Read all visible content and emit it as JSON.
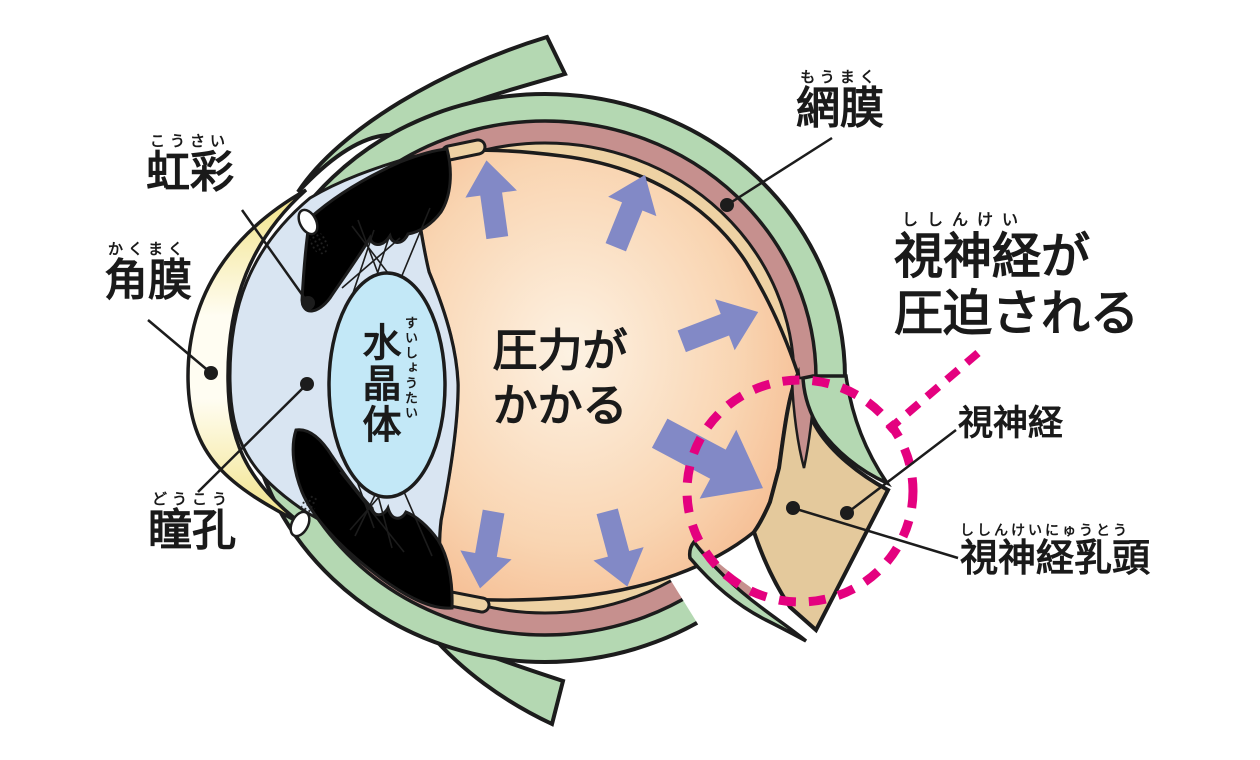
{
  "figure": {
    "title_context": "eye cross-section diagram",
    "labels": {
      "iris": {
        "furigana": "こうさい",
        "text": "虹彩"
      },
      "cornea": {
        "furigana": "かくまく",
        "text": "角膜"
      },
      "pupil": {
        "furigana": "どうこう",
        "text": "瞳孔"
      },
      "lens": {
        "furigana": "すいしょうたい",
        "text": "水晶体"
      },
      "retina": {
        "furigana": "もうまく",
        "text": "網膜"
      },
      "optic_nerve": {
        "text": "視神経"
      },
      "optic_disc": {
        "furigana": "ししんけいにゅうとう",
        "text": "視神経乳頭"
      }
    },
    "annotations": {
      "pressure": {
        "line1": "圧力が",
        "line2": "かかる"
      },
      "compressed": {
        "furigana": "ししんけい",
        "line1": "視神経が",
        "line2": "圧迫される"
      }
    },
    "colors": {
      "outline": "#1c1c1c",
      "sclera": "#b4d8b2",
      "choroid": "#c6908e",
      "retina_band": "#eed2a4",
      "nerve_fill": "#e4c99c",
      "vitreous_center": "#fdf2e3",
      "vitreous_mid": "#f9d5b2",
      "vitreous_edge": "#f3ad7e",
      "cornea_limbus": "#f1e180",
      "cornea_center": "#fffdf2",
      "aqueous": "#d9e5f2",
      "lens": "#c3e8f7",
      "arrow": "#8289c6",
      "highlight": "#e4017f",
      "text": "#1a1a1a"
    }
  }
}
